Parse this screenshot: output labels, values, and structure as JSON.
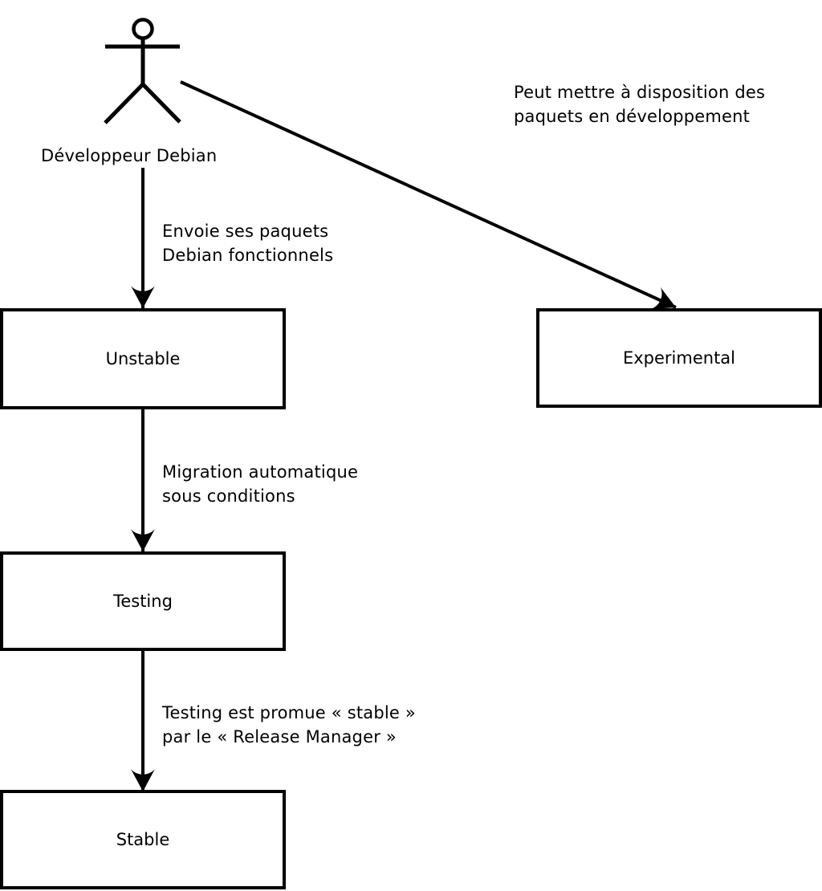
{
  "diagram": {
    "actor_label": "Développeur Debian",
    "nodes": {
      "unstable": "Unstable",
      "experimental": "Experimental",
      "testing": "Testing",
      "stable": "Stable"
    },
    "edges": {
      "dev_to_experimental": "Peut mettre à disposition des\npaquets en développement",
      "dev_to_unstable": "Envoie ses paquets\nDebian fonctionnels",
      "unstable_to_testing": "Migration automatique\nsous conditions",
      "testing_to_stable": "Testing est promue « stable »\npar le « Release Manager »"
    },
    "colors": {
      "stroke": "#000000",
      "background": "#ffffff"
    }
  }
}
